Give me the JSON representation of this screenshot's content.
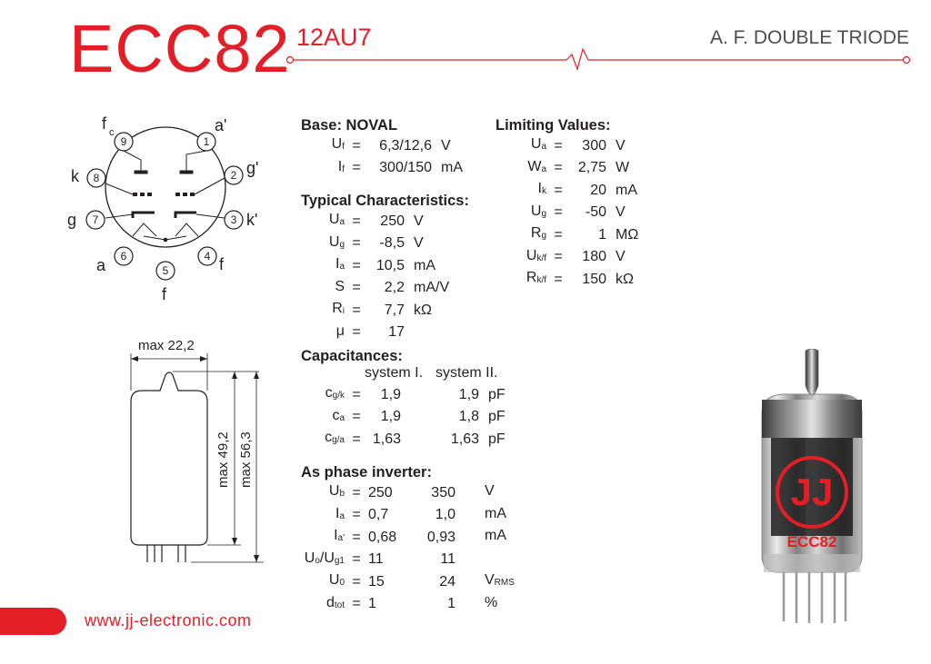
{
  "header": {
    "title": "ECC82",
    "subtitle": "12AU7",
    "description": "A. F. DOUBLE TRIODE",
    "accent_color": "#e41e26"
  },
  "base": {
    "label": "Base: NOVAL"
  },
  "heater": [
    {
      "sym": "U",
      "sub": "f",
      "eq": "=",
      "val": "6,3/12,6",
      "unit": "V"
    },
    {
      "sym": "I",
      "sub": "f",
      "eq": "=",
      "val": "300/150",
      "unit": "mA"
    }
  ],
  "typical": {
    "label": "Typical Characteristics:",
    "rows": [
      {
        "sym": "U",
        "sub": "a",
        "eq": "=",
        "val": "250",
        "unit": "V"
      },
      {
        "sym": "U",
        "sub": "g",
        "eq": "=",
        "val": "-8,5",
        "unit": "V"
      },
      {
        "sym": "I",
        "sub": "a",
        "eq": "=",
        "val": "10,5",
        "unit": "mA"
      },
      {
        "sym": "S",
        "sub": "",
        "eq": "=",
        "val": "2,2",
        "unit": "mA/V"
      },
      {
        "sym": "R",
        "sub": "i",
        "eq": "=",
        "val": "7,7",
        "unit": "kΩ"
      },
      {
        "sym": "μ",
        "sub": "",
        "eq": "=",
        "val": "17",
        "unit": ""
      }
    ]
  },
  "limiting": {
    "label": "Limiting Values:",
    "rows": [
      {
        "sym": "U",
        "sub": "a",
        "eq": "=",
        "val": "300",
        "unit": "V"
      },
      {
        "sym": "W",
        "sub": "a",
        "eq": "=",
        "val": "2,75",
        "unit": "W"
      },
      {
        "sym": "I",
        "sub": "k",
        "eq": "=",
        "val": "20",
        "unit": "mA"
      },
      {
        "sym": "U",
        "sub": "g",
        "eq": "=",
        "val": "-50",
        "unit": "V"
      },
      {
        "sym": "R",
        "sub": "g",
        "eq": "=",
        "val": "1",
        "unit": "MΩ"
      },
      {
        "sym": "U",
        "sub": "k/f",
        "eq": "=",
        "val": "180",
        "unit": "V"
      },
      {
        "sym": "R",
        "sub": "k/f",
        "eq": "=",
        "val": "150",
        "unit": "kΩ"
      }
    ]
  },
  "capacitances": {
    "label": "Capacitances:",
    "col1": "system I.",
    "col2": "system II.",
    "rows": [
      {
        "sym": "c",
        "sub": "g/k",
        "eq": "=",
        "v1": "1,9",
        "v2": "1,9",
        "unit": "pF"
      },
      {
        "sym": "c",
        "sub": "a",
        "eq": "=",
        "v1": "1,9",
        "v2": "1,8",
        "unit": "pF"
      },
      {
        "sym": "c",
        "sub": "g/a",
        "eq": "=",
        "v1": "1,63",
        "v2": "1,63",
        "unit": "pF"
      }
    ]
  },
  "phase": {
    "label": "As phase inverter:",
    "rows": [
      {
        "sym": "U",
        "sub": "b",
        "sym2": "",
        "sub2": "",
        "eq": "=",
        "v1": "250",
        "v2": "350",
        "unit": "V",
        "usub": ""
      },
      {
        "sym": "I",
        "sub": "a",
        "sym2": "",
        "sub2": "",
        "eq": "=",
        "v1": "0,7",
        "v2": "1,0",
        "unit": "mA",
        "usub": ""
      },
      {
        "sym": "I",
        "sub": "a'",
        "sym2": "",
        "sub2": "",
        "eq": "=",
        "v1": "0,68",
        "v2": "0,93",
        "unit": "mA",
        "usub": ""
      },
      {
        "sym": "U",
        "sub": "o",
        "sym2": "/U",
        "sub2": "g1",
        "eq": "=",
        "v1": "11",
        "v2": "11",
        "unit": "",
        "usub": ""
      },
      {
        "sym": "U",
        "sub": "0",
        "sym2": "",
        "sub2": "",
        "eq": "=",
        "v1": "15",
        "v2": "24",
        "unit": "V",
        "usub": "RMS"
      },
      {
        "sym": "d",
        "sub": "tot",
        "sym2": "",
        "sub2": "",
        "eq": "=",
        "v1": "1",
        "v2": "1",
        "unit": "%",
        "usub": ""
      }
    ]
  },
  "pinout": {
    "pins": [
      "1",
      "2",
      "3",
      "4",
      "5",
      "6",
      "7",
      "8",
      "9"
    ],
    "labels": {
      "p1": "a'",
      "p2": "g'",
      "p3": "k'",
      "p4": "f",
      "p5": "f",
      "p6": "a",
      "p7": "g",
      "p8": "k",
      "p9": "f",
      "p9sub": "c"
    }
  },
  "dimensions": {
    "width": "max 22,2",
    "height1": "max 49,2",
    "height2": "max 56,3"
  },
  "tube_logo": {
    "brand": "JJ",
    "model": "ECC82"
  },
  "footer": {
    "url": "www.jj-electronic.com"
  }
}
